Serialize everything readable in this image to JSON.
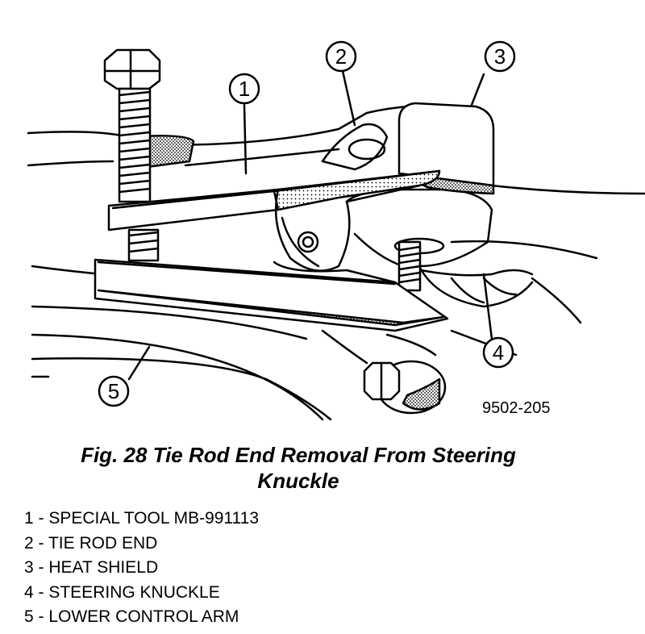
{
  "figure": {
    "code": "9502-205",
    "caption_line1": "Fig. 28 Tie Rod End Removal From Steering",
    "caption_line2": "Knuckle"
  },
  "callouts": [
    "1",
    "2",
    "3",
    "4",
    "5"
  ],
  "legend": [
    "1 - SPECIAL TOOL MB-991113",
    "2 - TIE ROD END",
    "3 - HEAT SHIELD",
    "4 - STEERING KNUCKLE",
    "5 - LOWER CONTROL ARM"
  ]
}
